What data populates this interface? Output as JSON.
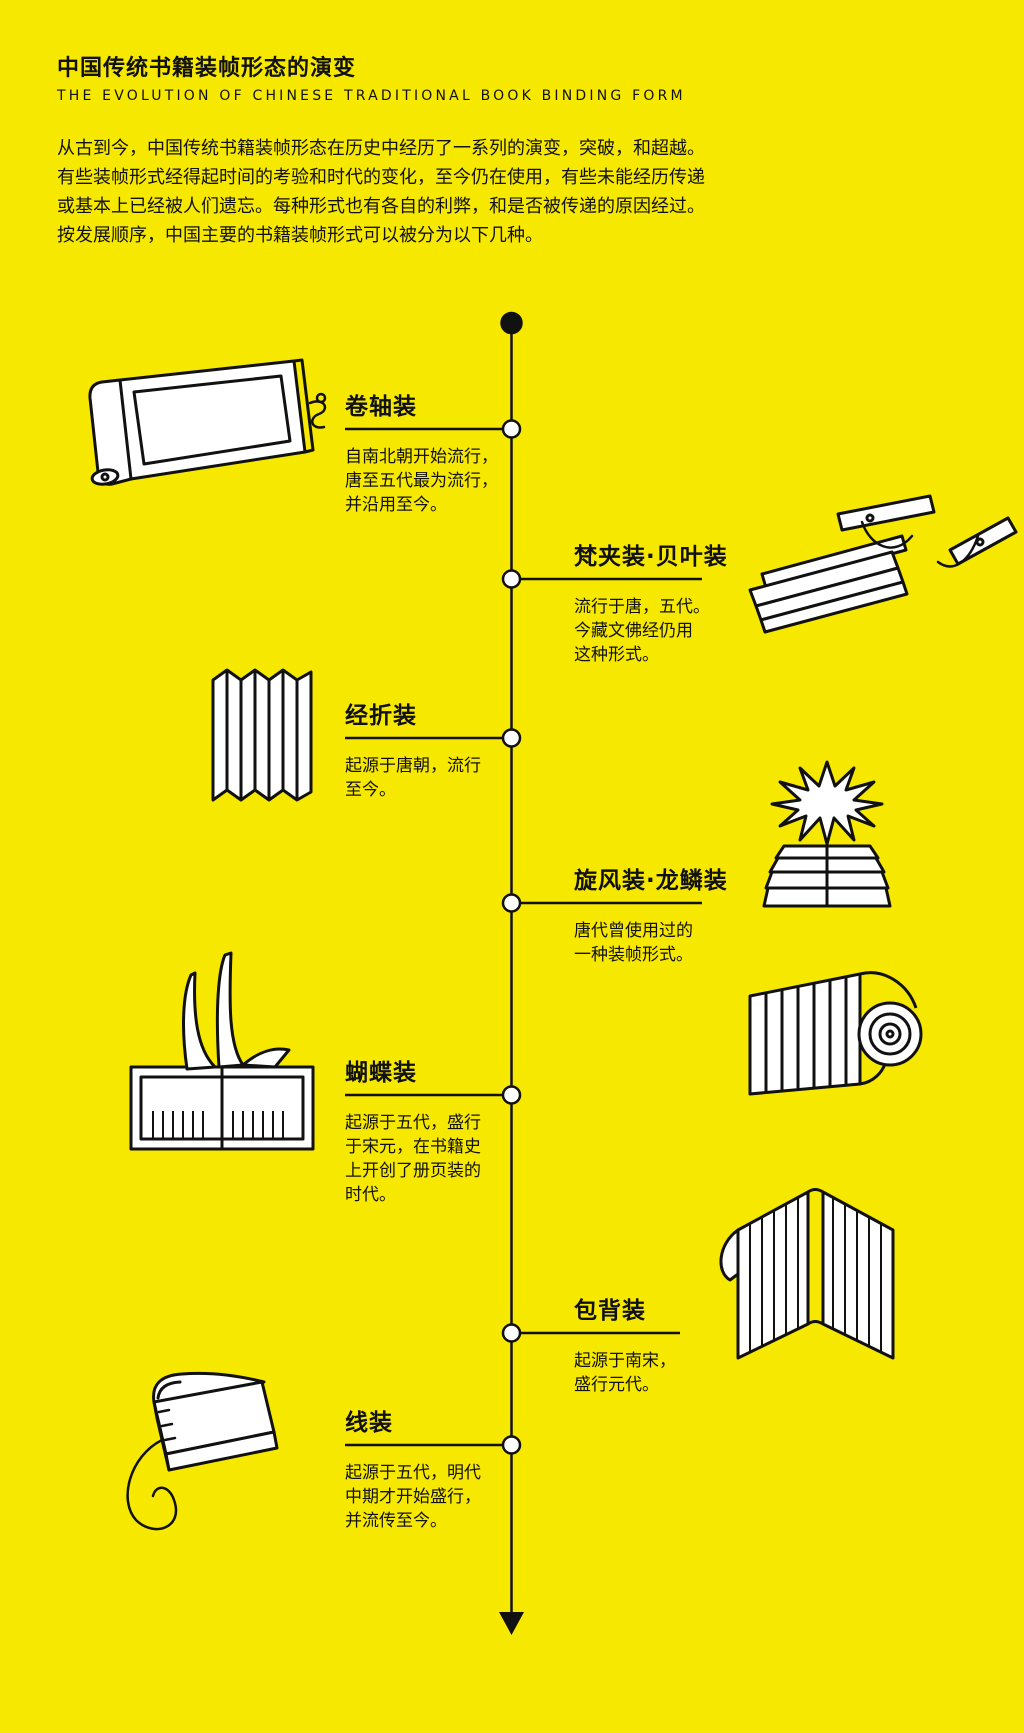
{
  "colors": {
    "background": "#F7E800",
    "ink": "#111111",
    "paper": "#FFFFFF"
  },
  "header": {
    "title": "中国传统书籍装帧形态的演变",
    "subtitle_en": "THE EVOLUTION OF CHINESE TRADITIONAL BOOK BINDING FORM"
  },
  "intro": {
    "text": "从古到今，中国传统书籍装帧形态在历史中经历了一系列的演变，突破，和超越。\n有些装帧形式经得起时间的考验和时代的变化，至今仍在使用，有些未能经历传递\n或基本上已经被人们遗忘。每种形式也有各自的利弊，和是否被传递的原因经过。\n按发展顺序，中国主要的书籍装帧形式可以被分为以下几种。"
  },
  "timeline": {
    "entries": [
      {
        "title": "卷轴装",
        "description": "自南北朝开始流行，\n唐至五代最为流行，\n并沿用至今。",
        "side": "left",
        "illustration": "scroll-binding"
      },
      {
        "title": "梵夹装·贝叶装",
        "description": "流行于唐，五代。\n今藏文佛经仍用\n这种形式。",
        "side": "right",
        "illustration": "palm-leaf-binding"
      },
      {
        "title": "经折装",
        "description": "起源于唐朝，流行\n至今。",
        "side": "left",
        "illustration": "accordion-binding"
      },
      {
        "title": "旋风装·龙鳞装",
        "description": "唐代曾使用过的\n一种装帧形式。",
        "side": "right",
        "illustration": "whirlwind-binding"
      },
      {
        "title": "蝴蝶装",
        "description": "起源于五代，盛行\n于宋元，在书籍史\n上开创了册页装的\n时代。",
        "side": "left",
        "illustration": "butterfly-binding"
      },
      {
        "title": "包背装",
        "description": "起源于南宋，\n盛行元代。",
        "side": "right",
        "illustration": "wrapped-back-binding"
      },
      {
        "title": "线装",
        "description": "起源于五代，明代\n中期才开始盛行，\n并流传至今。",
        "side": "left",
        "illustration": "thread-binding"
      }
    ]
  }
}
